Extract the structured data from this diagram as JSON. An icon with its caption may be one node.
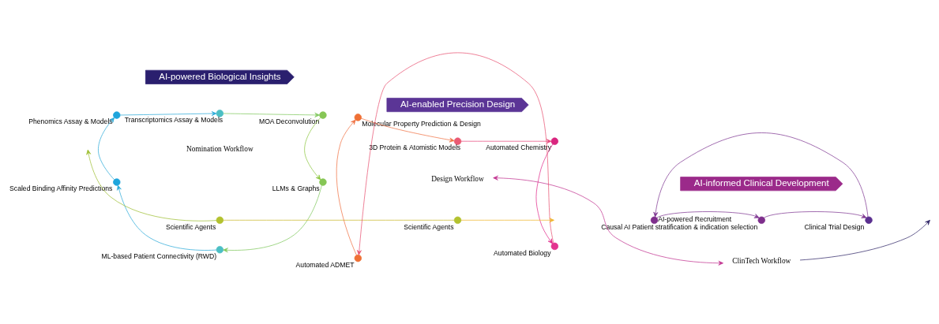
{
  "diagram": {
    "nodes": [
      {
        "text": [
          "AI-powered Biological Insights"
        ]
      },
      {
        "text": [
          "AI-enabled Precision Design"
        ]
      },
      {
        "text": [
          "AI-informed Clinical Development"
        ]
      },
      {
        "text": [
          "Nomination Workflow"
        ]
      },
      {
        "text": [],
        "shape": "circle",
        "beside": [
          "Phenomics Assay & Models"
        ]
      },
      {
        "text": [],
        "shape": "circle",
        "beside": [
          "Transcriptomics Assay & Models"
        ]
      },
      {
        "text": [],
        "shape": "circle",
        "beside": [
          "MOA Deconvolution"
        ]
      },
      {
        "text": [],
        "shape": "circle",
        "beside": [
          "LLMs & Graphs"
        ]
      },
      {
        "text": [],
        "shape": "circle",
        "beside": [
          "ML-based Patient Connectivity (RWD)"
        ]
      },
      {
        "text": [],
        "shape": "circle",
        "beside": [
          "Scaled Binding Affinity Predictions"
        ]
      },
      {
        "text": [],
        "shape": "circle",
        "beside": [
          "Scientific Agents"
        ]
      },
      {
        "text": [
          "Design Workflow"
        ]
      },
      {
        "text": [],
        "shape": "circle",
        "beside": [
          "Molecular Property Prediction & Design"
        ]
      },
      {
        "text": [],
        "shape": "circle",
        "beside": [
          "3D Protein & Atomistic Models"
        ]
      },
      {
        "text": [],
        "shape": "circle",
        "beside": [
          "Automated Chemistry"
        ]
      },
      {
        "text": [],
        "shape": "circle",
        "beside": [
          "Automated Biology"
        ]
      },
      {
        "text": [],
        "shape": "circle",
        "beside": [
          "Automated ADMET"
        ]
      },
      {
        "text": [],
        "shape": "circle",
        "beside": [
          "Scientific Agents"
        ]
      },
      {
        "text": [
          "ClinTech Workflow"
        ]
      },
      {
        "text": [],
        "shape": "circle",
        "beside": [
          "Causal AI Patient stratification & indication selection"
        ]
      },
      {
        "text": [],
        "shape": "circle",
        "beside": [
          "Clinical Trial Design"
        ]
      },
      {
        "text": [],
        "shape": "circle",
        "beside": [
          "AI-powered Recruitment"
        ]
      }
    ],
    "edges": [
      {
        "from": 9,
        "to": 4,
        "arrow": "to",
        "color": "#29a8d8"
      },
      {
        "from": 4,
        "to": 5,
        "arrow": "to",
        "color": "#29a8d8"
      },
      {
        "from": 5,
        "to": 6,
        "arrow": "to",
        "color": "#7dc75a"
      },
      {
        "from": 6,
        "to": 7,
        "arrow": "to",
        "color": "#8cc63f"
      },
      {
        "from": 7,
        "to": 8,
        "arrow": "to",
        "color": "#7dc75a"
      },
      {
        "from": 8,
        "to": 9,
        "arrow": "to",
        "color": "#29a8d8"
      },
      {
        "from": 10,
        "to": null,
        "arrow": "to",
        "color": "#9cbd30"
      },
      {
        "from": 10,
        "to": 17,
        "arrow": "none",
        "color": "#c8b828"
      },
      {
        "from": 17,
        "to": null,
        "arrow": "to",
        "color": "#f0b429"
      },
      {
        "from": 12,
        "to": 13,
        "arrow": "to",
        "color": "#f07040"
      },
      {
        "from": 13,
        "to": 14,
        "arrow": "to",
        "color": "#e6457a"
      },
      {
        "from": 14,
        "to": 15,
        "arrow": "to",
        "color": "#e0288a"
      },
      {
        "from": 15,
        "to": 16,
        "arrow": "to",
        "color": "#e85070"
      },
      {
        "from": 16,
        "to": 12,
        "arrow": "to",
        "color": "#f07040"
      },
      {
        "from": 11,
        "to": 18,
        "arrow": "both",
        "color": "#c0308e"
      },
      {
        "from": 19,
        "to": 20,
        "arrow": "to",
        "color": "#7e3591"
      },
      {
        "from": 20,
        "to": 21,
        "arrow": "to",
        "color": "#7e3591"
      },
      {
        "from": 21,
        "to": 19,
        "arrow": "to",
        "color": "#7e3591"
      },
      {
        "from": 18,
        "to": null,
        "arrow": "to",
        "color": "#2e2466"
      }
    ]
  }
}
